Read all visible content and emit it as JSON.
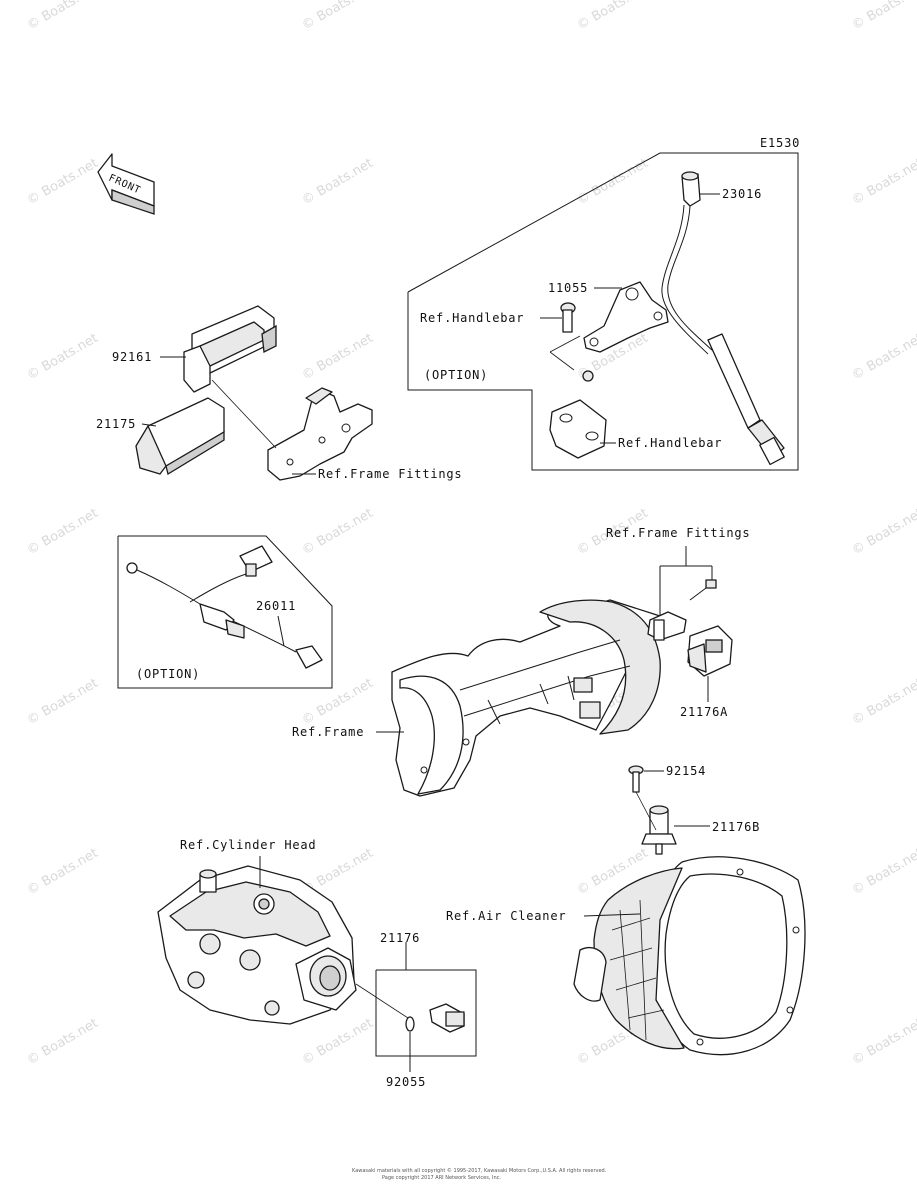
{
  "diagram_code": "E1530",
  "front_label": "FRONT",
  "watermark": "© Boats.net",
  "parts": {
    "p23016": "23016",
    "p11055": "11055",
    "p92161": "92161",
    "p21175": "21175",
    "p26011": "26011",
    "p21176A": "21176A",
    "p92154": "92154",
    "p21176B": "21176B",
    "p21176": "21176",
    "p92055": "92055"
  },
  "refs": {
    "handlebar_top": "Ref.Handlebar",
    "handlebar_bottom": "Ref.Handlebar",
    "frame_fittings_top": "Ref.Frame Fittings",
    "frame_fittings_right": "Ref.Frame Fittings",
    "frame": "Ref.Frame",
    "cylinder_head": "Ref.Cylinder Head",
    "air_cleaner": "Ref.Air Cleaner"
  },
  "option_labels": {
    "top": "(OPTION)",
    "left": "(OPTION)"
  },
  "copyright": {
    "line1": "Kawasaki materials with all copyright © 1995-2017, Kawasaki Motors Corp.,U.S.A. All rights reserved.",
    "line2": "Page copyright 2017 ARI Network Services, Inc."
  }
}
